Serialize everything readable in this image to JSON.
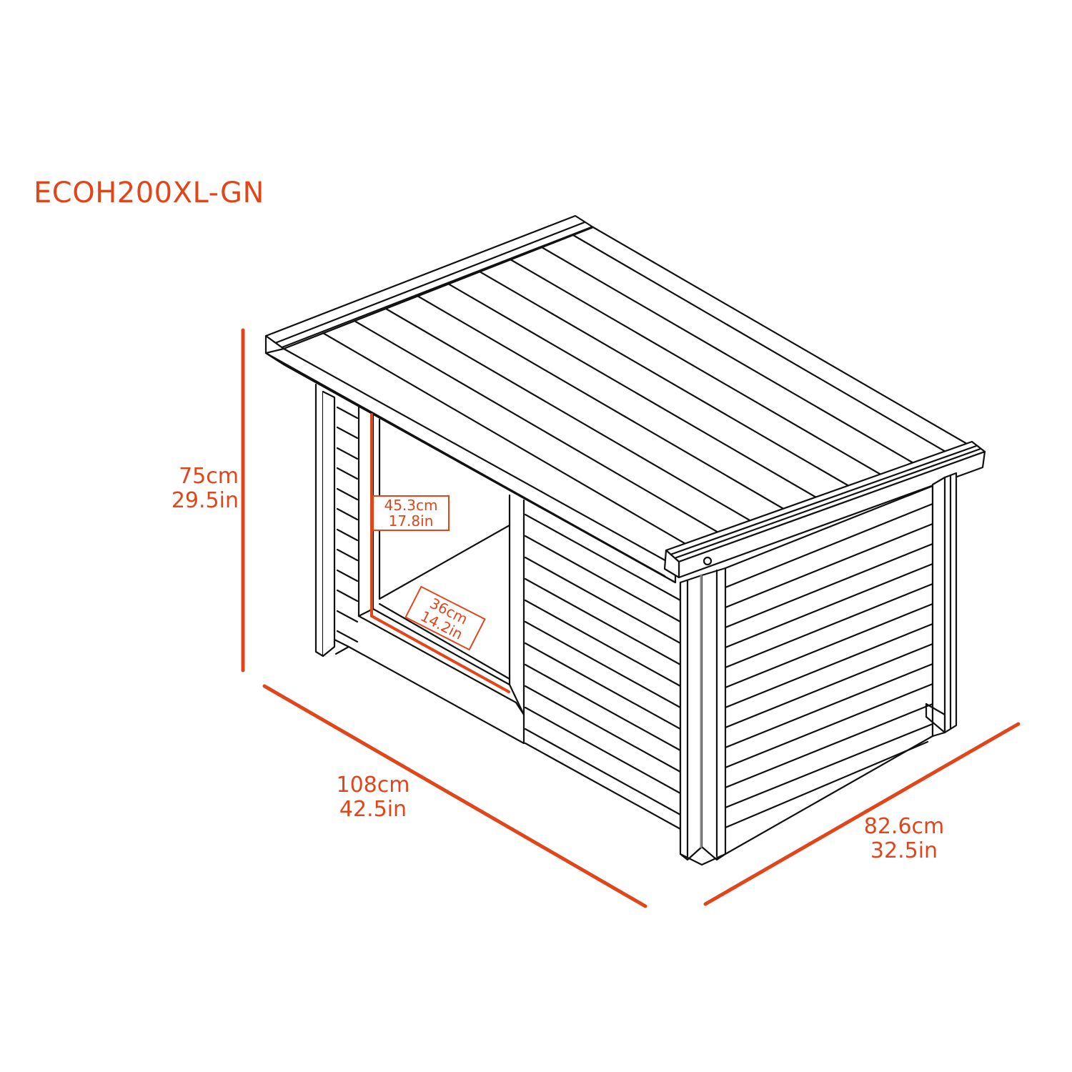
{
  "title": {
    "model_number": "ECOH200XL-GN"
  },
  "colors": {
    "accent": "#e0461a",
    "line": "#111111",
    "background": "#ffffff"
  },
  "dimensions": {
    "height": {
      "cm": "75cm",
      "in": "29.5in"
    },
    "width": {
      "cm": "108cm",
      "in": "42.5in"
    },
    "depth": {
      "cm": "82.6cm",
      "in": "32.5in"
    },
    "door_height": {
      "cm": "45.3cm",
      "in": "17.8in"
    },
    "door_width": {
      "cm": "36cm",
      "in": "14.2in"
    }
  },
  "drawing": {
    "subject": "dog-house-isometric-line-drawing",
    "parts": [
      "slatted-roof",
      "roof-trim",
      "corner-posts",
      "left-side-wall-slats",
      "front-door-opening",
      "front-wall-slats",
      "right-side-wall-slats"
    ]
  }
}
